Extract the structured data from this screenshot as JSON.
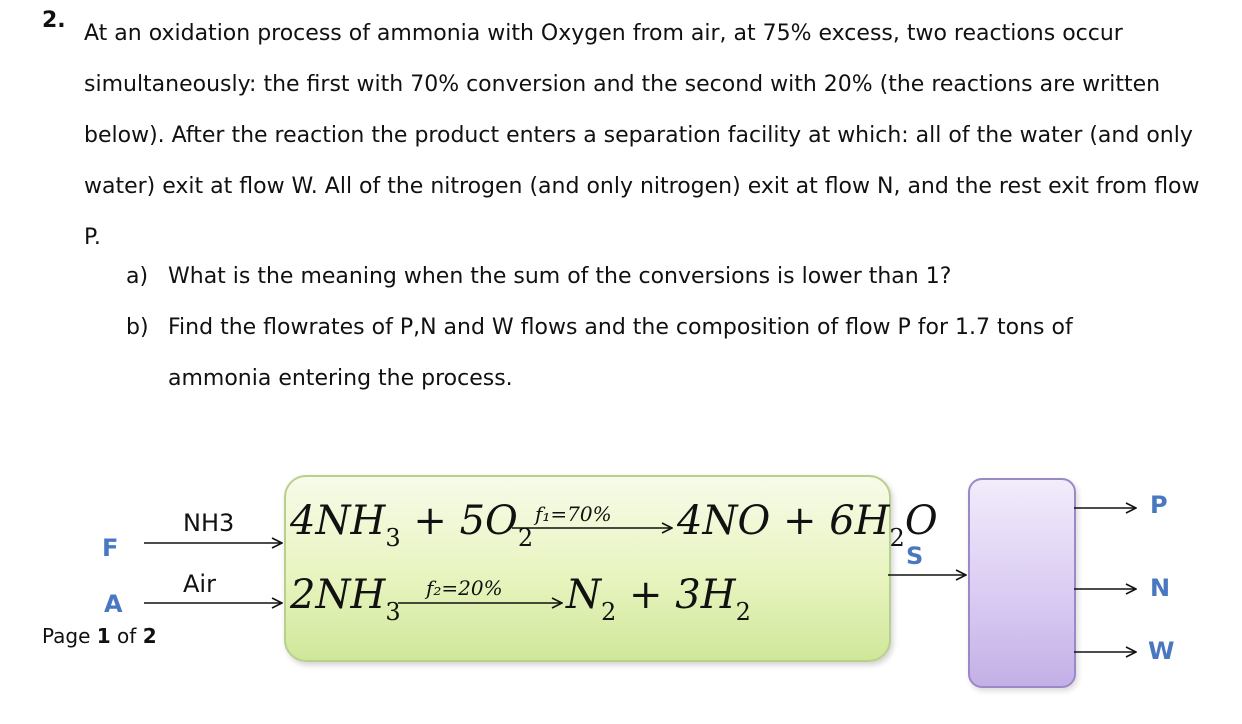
{
  "problem": {
    "number": "2.",
    "text": "At an oxidation process of ammonia with Oxygen from air, at 75% excess, two reactions occur simultaneously: the first with 70% conversion and the second with 20% (the reactions are written below). After the reaction the product enters a separation facility at which: all of the water (and only water) exit at flow W. All of the nitrogen (and only nitrogen) exit at flow N, and the rest exit from flow P.",
    "sub_questions": [
      {
        "label": "a)",
        "text": "What is the meaning when the sum of the conversions is lower than 1?"
      },
      {
        "label": "b)",
        "text": "Find the flowrates of P,N and W flows and the composition of flow P for 1.7 tons of ammonia entering the process."
      }
    ]
  },
  "diagram": {
    "feed_labels": {
      "nh3": "NH",
      "nh3_sub": "3",
      "air": "Air"
    },
    "streams": {
      "F": "F",
      "A": "A",
      "S": "S",
      "P": "P",
      "N": "N",
      "W": "W"
    },
    "reaction1": {
      "left": {
        "c1": "4",
        "s1": "NH",
        "n1": "3",
        "plus": " + ",
        "c2": "5",
        "s2": "O",
        "n2": "2"
      },
      "condition": "f₁=70%",
      "right": {
        "c1": "4",
        "s1": "NO",
        "plus": " + ",
        "c2": "6",
        "s2": "H",
        "n2": "2",
        "s3": "O"
      }
    },
    "reaction2": {
      "left": {
        "c1": "2",
        "s1": "NH",
        "n1": "3"
      },
      "condition": "f₂=20%",
      "right": {
        "s1": "N",
        "n1": "2",
        "plus": " + ",
        "c2": "3",
        "s2": "H",
        "n2": "2"
      }
    },
    "colors": {
      "stream_label": "#4a78c0",
      "reactor_fill": "#e8f4bf",
      "reactor_border": "#b9cf8c",
      "separator_fill": "#d8c9f2",
      "separator_border": "#9b89c7"
    }
  },
  "footer": {
    "page_prefix": "Page ",
    "page_current": "1",
    "page_of": " of ",
    "page_total": "2"
  }
}
